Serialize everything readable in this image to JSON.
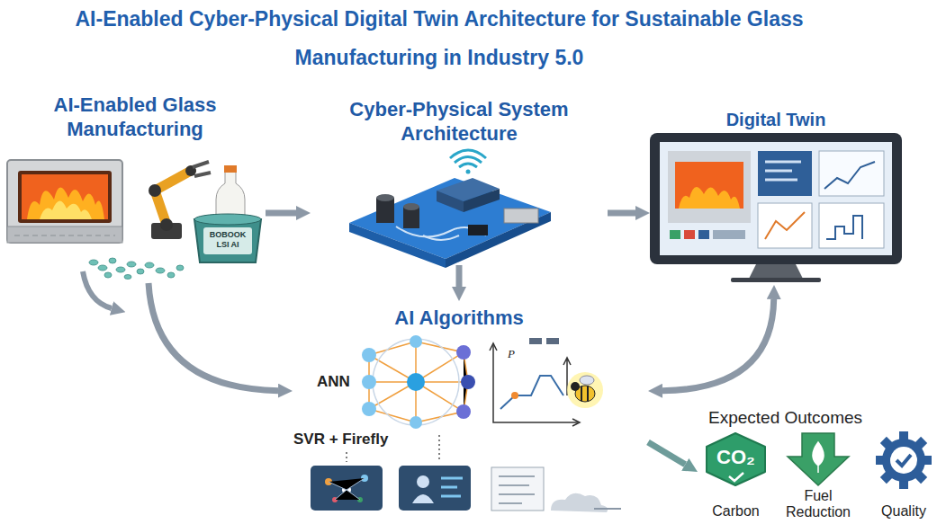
{
  "diagram": {
    "title": "AI-Enabled Cyber-Physical Digital Twin Architecture for Sustainable Glass Manufacturing in Industry 5.0",
    "nodes": [
      {
        "text": [
          "AI-Enabled Glass Manufacturing"
        ]
      },
      {
        "text": [
          "Cyber-Physical System Architecture"
        ]
      },
      {
        "text": [
          "Digital Twin"
        ]
      },
      {
        "text": [
          "AI Algorithms"
        ]
      },
      {
        "text": [
          "Expected Outcomes"
        ]
      },
      {
        "text": [
          "CO₂",
          "Carbon"
        ],
        "in": 4
      },
      {
        "text": [
          "Fuel Reduction"
        ],
        "in": 4
      },
      {
        "text": [
          "Quality"
        ],
        "in": 4
      }
    ],
    "edges": [
      {
        "from": 0,
        "to": 1,
        "arrow": "to"
      },
      {
        "from": 1,
        "to": 2,
        "arrow": "to"
      },
      {
        "from": 1,
        "to": 3,
        "arrow": "to"
      },
      {
        "from": 0,
        "to": 3,
        "arrow": "to"
      },
      {
        "from": 2,
        "to": 3,
        "arrow": "both"
      },
      {
        "from": 3,
        "to": 4,
        "arrow": "to"
      }
    ],
    "labels": [
      "BOBOOK LSI AI",
      "ANN",
      "SVR + Firefly",
      "P"
    ]
  }
}
